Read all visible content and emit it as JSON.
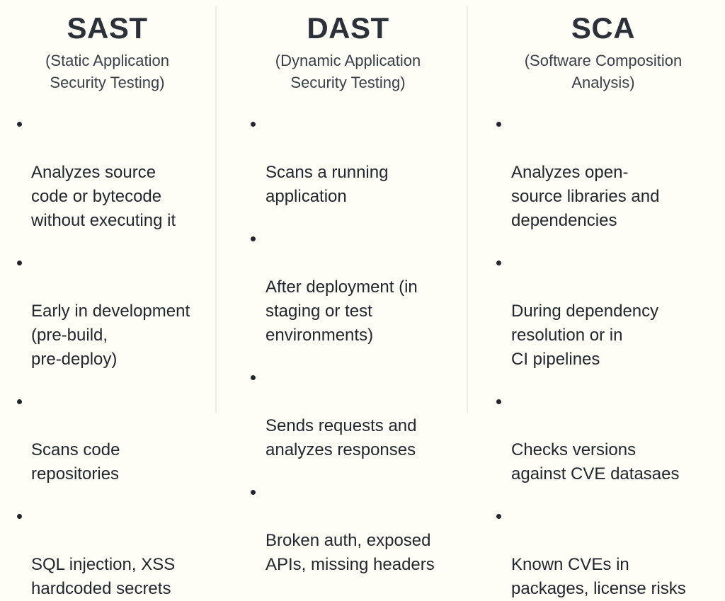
{
  "background_color": "#fefef7",
  "text_color": "#22262e",
  "title_color": "#2b3039",
  "subtitle_color": "#394049",
  "divider_color": "#ecece5",
  "columns": [
    {
      "key": "sast",
      "title": "SAST",
      "subtitle": "(Static Application\nSecurity Testing)",
      "bullets": [
        "Analyzes source\ncode or bytecode\nwithout executing it",
        "Early in development\n(pre-build,\npre-deploy)",
        "Scans code\nrepositories",
        "SQL injection, XSS\nhardcoded secrets"
      ]
    },
    {
      "key": "dast",
      "title": "DAST",
      "subtitle": "(Dynamic Application\nSecurity Testing)",
      "bullets": [
        "Scans a running\napplication",
        "After deployment (in\nstaging or test\nenvironments)",
        "Sends requests and\nanalyzes responses",
        "Broken auth, exposed\nAPIs, missing headers"
      ]
    },
    {
      "key": "sca",
      "title": "SCA",
      "subtitle": "(Software Composition\nAnalysis)",
      "bullets": [
        "Analyzes open-\nsource libraries and\ndependencies",
        "During dependency\nresolution or in\nCI pipelines",
        "Checks versions\nagainst CVE datasaes",
        "Known CVEs in\npackages, license risks"
      ]
    }
  ]
}
